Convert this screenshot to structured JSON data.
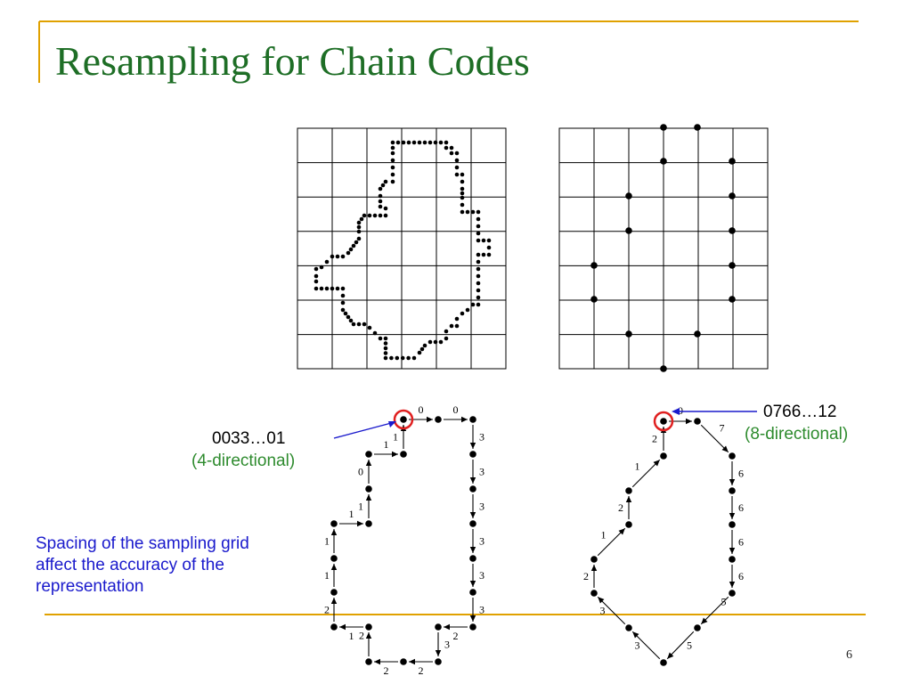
{
  "slide": {
    "title": "Resampling for Chain Codes",
    "page_number": "6",
    "note": "Spacing of the sampling grid affect the accuracy of the representation"
  },
  "left_example": {
    "code": "0033…01",
    "caption": "(4-directional)",
    "direction_labels": [
      "0",
      "0",
      "3",
      "3",
      "3",
      "3",
      "3",
      "3",
      "2",
      "3",
      "2",
      "2",
      "2",
      "1",
      "2",
      "1",
      "1",
      "1",
      "1",
      "0",
      "1",
      "1",
      "0",
      "1"
    ]
  },
  "right_example": {
    "code": "0766…12",
    "caption": "(8-directional)",
    "direction_labels": [
      "0",
      "7",
      "6",
      "6",
      "6",
      "6",
      "5",
      "5",
      "3",
      "3",
      "2",
      "1",
      "2",
      "1",
      "2"
    ]
  },
  "colors": {
    "title": "#1e6e26",
    "accent_gold": "#e0a100",
    "caption_green": "#2e8b2e",
    "note_blue": "#1a1acc",
    "pointer_blue": "#1a1acc",
    "highlight_red": "#e02020"
  }
}
